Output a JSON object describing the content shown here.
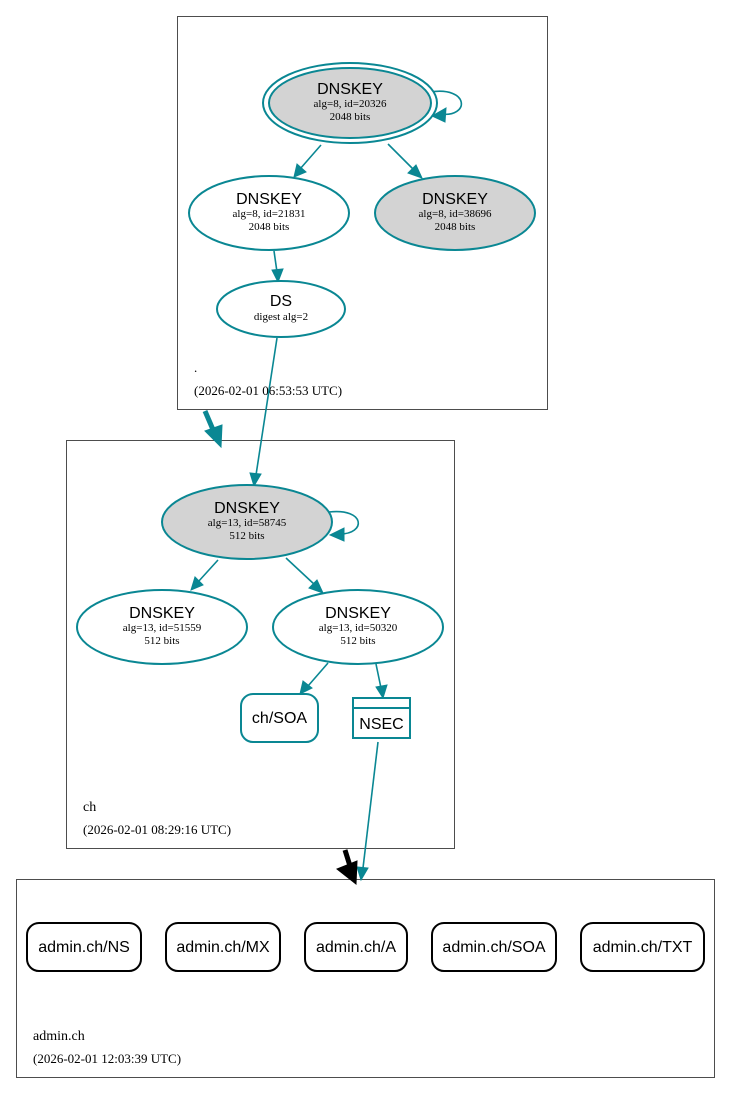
{
  "colors": {
    "edge": "#0a8793",
    "sep_fill": "#d3d3d3",
    "plain_fill": "#ffffff",
    "zone_border": "#4d4d4d",
    "black": "#000000"
  },
  "zones": {
    "root": {
      "name": ".",
      "timestamp": "(2026-02-01 06:53:53 UTC)"
    },
    "ch": {
      "name": "ch",
      "timestamp": "(2026-02-01 08:29:16 UTC)"
    },
    "admin": {
      "name": "admin.ch",
      "timestamp": "(2026-02-01 12:03:39 UTC)"
    }
  },
  "nodes": {
    "root_ksk": {
      "title": "DNSKEY",
      "line1": "alg=8, id=20326",
      "line2": "2048 bits"
    },
    "root_zsk1": {
      "title": "DNSKEY",
      "line1": "alg=8, id=21831",
      "line2": "2048 bits"
    },
    "root_zsk2": {
      "title": "DNSKEY",
      "line1": "alg=8, id=38696",
      "line2": "2048 bits"
    },
    "root_ds": {
      "title": "DS",
      "line1": "digest alg=2"
    },
    "ch_ksk": {
      "title": "DNSKEY",
      "line1": "alg=13, id=58745",
      "line2": "512 bits"
    },
    "ch_zsk1": {
      "title": "DNSKEY",
      "line1": "alg=13, id=51559",
      "line2": "512 bits"
    },
    "ch_zsk2": {
      "title": "DNSKEY",
      "line1": "alg=13, id=50320",
      "line2": "512 bits"
    },
    "ch_soa": {
      "label": "ch/SOA"
    },
    "ch_nsec": {
      "label": "NSEC"
    }
  },
  "admin_records": [
    "admin.ch/NS",
    "admin.ch/MX",
    "admin.ch/A",
    "admin.ch/SOA",
    "admin.ch/TXT"
  ]
}
